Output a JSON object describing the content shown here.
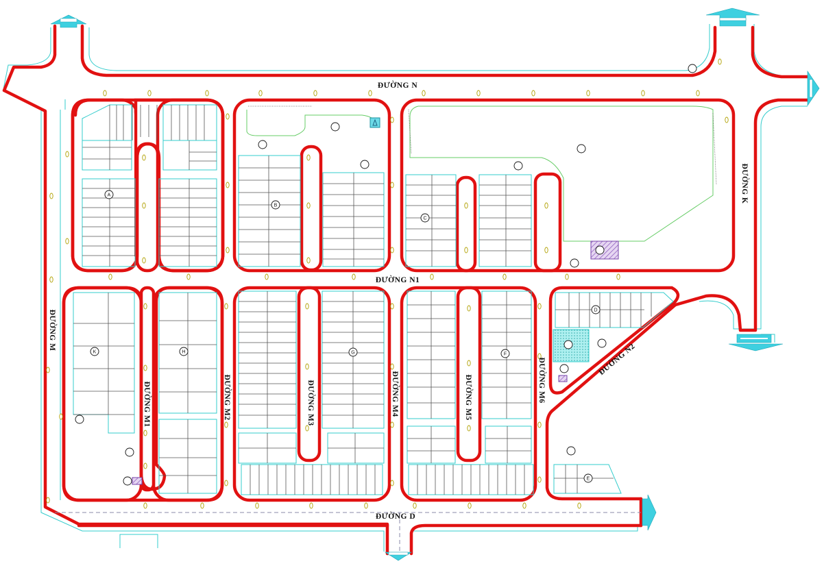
{
  "roads": {
    "n": "ĐƯỜNG N",
    "n1": "ĐƯỜNG N1",
    "n2": "ĐƯỜNG N2",
    "k": "ĐƯỜNG K",
    "m": "ĐƯỜNG M",
    "d": "ĐƯỜNG D",
    "m1": "ĐƯỜNG M1",
    "m2": "ĐƯỜNG M2",
    "m3": "ĐƯỜNG M3",
    "m4": "ĐƯỜNG M4",
    "m5": "ĐƯỜNG M5",
    "m6": "ĐƯỜNG M6"
  },
  "blocks": {
    "a": "A",
    "b": "B",
    "c": "C",
    "d": "D",
    "e": "E",
    "f": "F",
    "g": "G",
    "h": "H",
    "k": "K"
  },
  "colors": {
    "road": "#e11111",
    "boundary": "#33cccc",
    "green_area": "#66cc66",
    "arrow": "#3ed0e0",
    "lots": "#555555"
  },
  "icons": {
    "entrance": "entrance-arrow-icon",
    "lamp": "street-lamp-icon",
    "facility": "facility-marker-icon"
  }
}
